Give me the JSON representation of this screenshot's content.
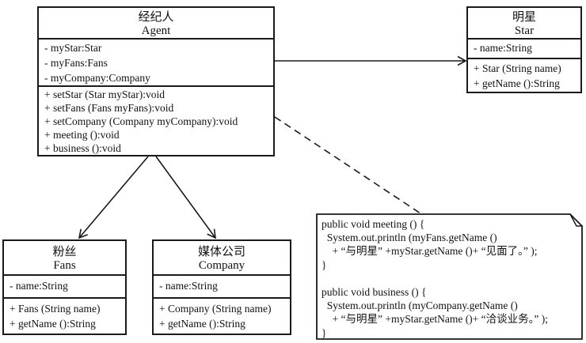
{
  "diagram": {
    "type": "uml-class-diagram",
    "colors": {
      "line": "#1a1a1a",
      "background": "#ffffff"
    }
  },
  "classes": [
    {
      "name_cn": "经纪人",
      "name_en": "Agent",
      "attributes": [
        "- myStar:Star",
        "- myFans:Fans",
        "- myCompany:Company"
      ],
      "methods": [
        "+ setStar (Star myStar):void",
        "+ setFans (Fans myFans):void",
        "+ setCompany (Company myCompany):void",
        "+ meeting ():void",
        "+ business ():void"
      ]
    },
    {
      "name_cn": "明星",
      "name_en": "Star",
      "attributes": [
        "- name:String"
      ],
      "methods": [
        "+ Star (String name)",
        "+ getName ():String"
      ]
    },
    {
      "name_cn": "粉丝",
      "name_en": "Fans",
      "attributes": [
        "- name:String"
      ],
      "methods": [
        "+ Fans (String name)",
        "+ getName ():String"
      ]
    },
    {
      "name_cn": "媒体公司",
      "name_en": "Company",
      "attributes": [
        "- name:String"
      ],
      "methods": [
        "+ Company (String name)",
        "+ getName ():String"
      ]
    }
  ],
  "note": {
    "lines": [
      "public void meeting () {",
      "  System.out.println (myFans.getName ()",
      "    + “与明星” +myStar.getName ()+ “见面了。” );",
      "}",
      "",
      "public void business () {",
      "  System.out.println (myCompany.getName ()",
      "    + “与明星” +myStar.getName ()+ “洽谈业务。” );",
      "}"
    ]
  }
}
